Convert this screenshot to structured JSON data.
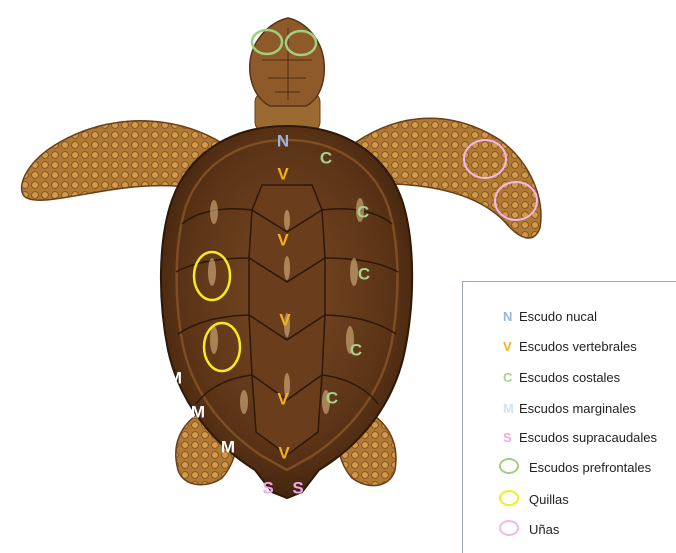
{
  "colors": {
    "nucal": "#9ab5dd",
    "vertebrales": "#f2b21a",
    "costales": "#a8d08d",
    "marginales": "#ffffff",
    "supracaudales": "#f2a8e8",
    "prefrontales": "#9dd07f",
    "quillas": "#f4ec1c",
    "unas": "#f4b6ee",
    "shell_dark": "#4a2a12",
    "shell_mid": "#6e4222",
    "skin": "#b8823a"
  },
  "labels": {
    "n": "N",
    "v": "V",
    "c": "C",
    "m": "M",
    "s": "S"
  },
  "legend": {
    "items": [
      {
        "key": "N",
        "text": "Escudo nucal",
        "kind": "letter",
        "color": "#9ab5dd"
      },
      {
        "key": "V",
        "text": "Escudos vertebrales",
        "kind": "letter",
        "color": "#f2b21a"
      },
      {
        "key": "C",
        "text": "Escudos costales",
        "kind": "letter",
        "color": "#a8d08d"
      },
      {
        "key": "M",
        "text": "Escudos marginales",
        "kind": "letter",
        "color": "#cfe2f5"
      },
      {
        "key": "S",
        "text": "Escudos supracaudales",
        "kind": "letter",
        "color": "#f2a8e8"
      },
      {
        "key": "",
        "text": "Escudos prefrontales",
        "kind": "ring",
        "color": "#9dd07f"
      },
      {
        "key": "",
        "text": "Quillas",
        "kind": "ring",
        "color": "#f4ec1c"
      },
      {
        "key": "",
        "text": "Uñas",
        "kind": "ring",
        "color": "#f4b6ee"
      }
    ]
  }
}
